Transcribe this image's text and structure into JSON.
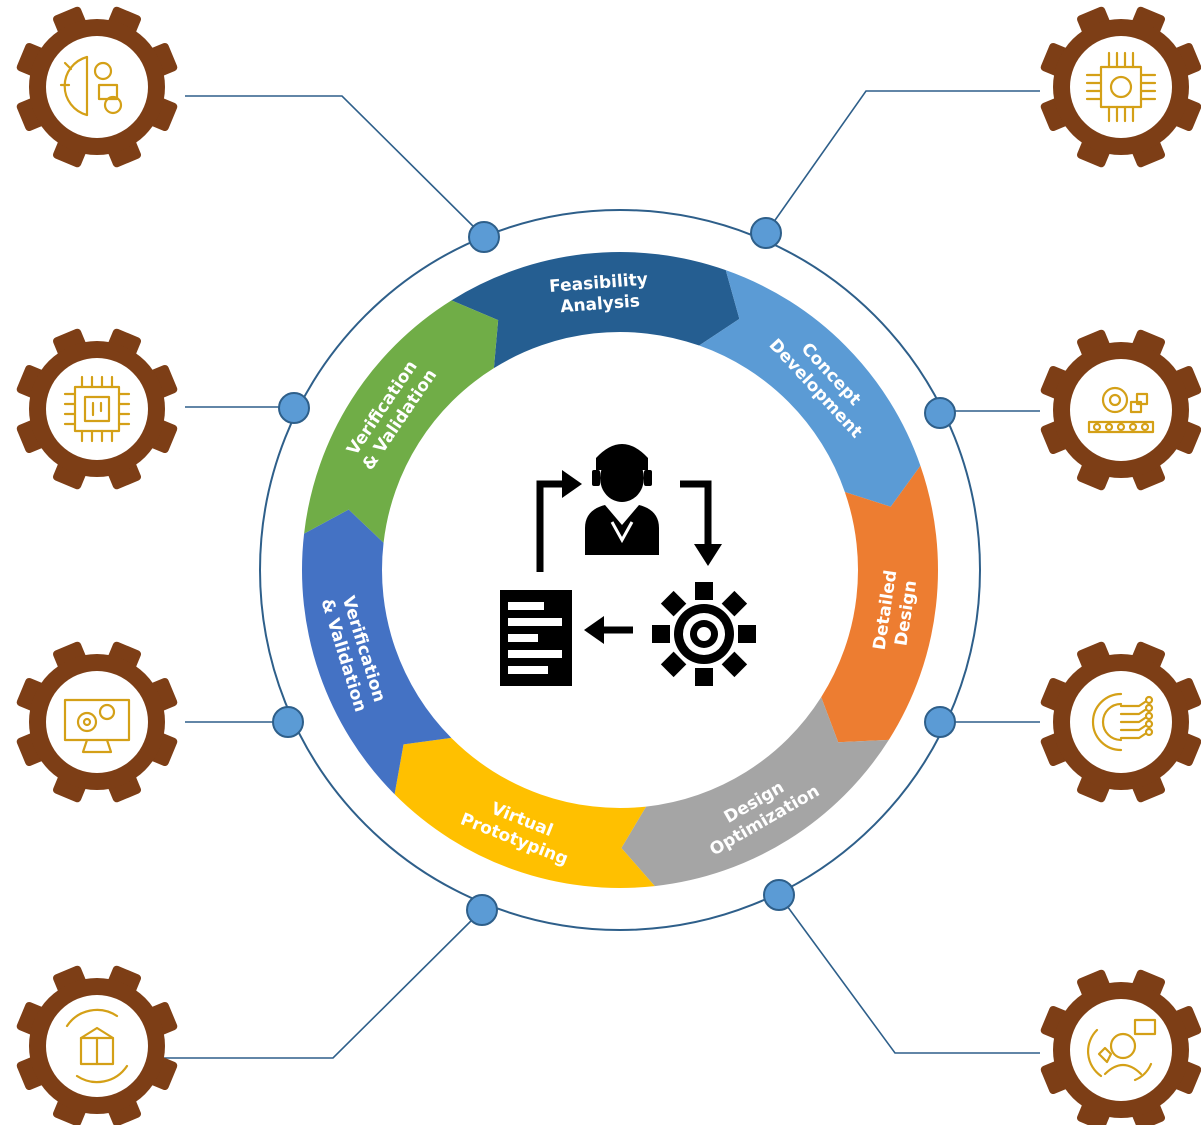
{
  "stages": [
    {
      "id": "feasibility",
      "lines": [
        "Feasibility",
        "Analysis"
      ],
      "color": "#255e91"
    },
    {
      "id": "concept",
      "lines": [
        "Concept",
        "Development"
      ],
      "color": "#5b9bd5"
    },
    {
      "id": "detailed",
      "lines": [
        "Detailed",
        "Design"
      ],
      "color": "#ed7d31"
    },
    {
      "id": "optimization",
      "lines": [
        "Design",
        "Optimization"
      ],
      "color": "#a5a5a5"
    },
    {
      "id": "prototyping",
      "lines": [
        "Virtual",
        "Prototyping"
      ],
      "color": "#ffc000"
    },
    {
      "id": "verification-lower",
      "lines": [
        "Verification",
        "& Validation"
      ],
      "color": "#4472c4"
    },
    {
      "id": "verification-upper",
      "lines": [
        "Verification",
        "& Validation"
      ],
      "color": "#70ad47"
    }
  ],
  "gear_icons": [
    {
      "side": "left",
      "icon": "brain-gears-idea-icon"
    },
    {
      "side": "left",
      "icon": "circuit-chip-icon"
    },
    {
      "side": "left",
      "icon": "monitor-gears-icon"
    },
    {
      "side": "left",
      "icon": "box-cycle-icon"
    },
    {
      "side": "right",
      "icon": "ai-brain-chip-icon"
    },
    {
      "side": "right",
      "icon": "gear-conveyor-icon"
    },
    {
      "side": "right",
      "icon": "digital-gear-circuit-icon"
    },
    {
      "side": "right",
      "icon": "customer-support-icon"
    }
  ],
  "center_icon": "engineer-process-cycle-icon",
  "colors": {
    "gear": "#7d3e16",
    "icon_gold": "#d4a017",
    "connector": "#2e5f8a",
    "node": "#5b9bd5"
  }
}
